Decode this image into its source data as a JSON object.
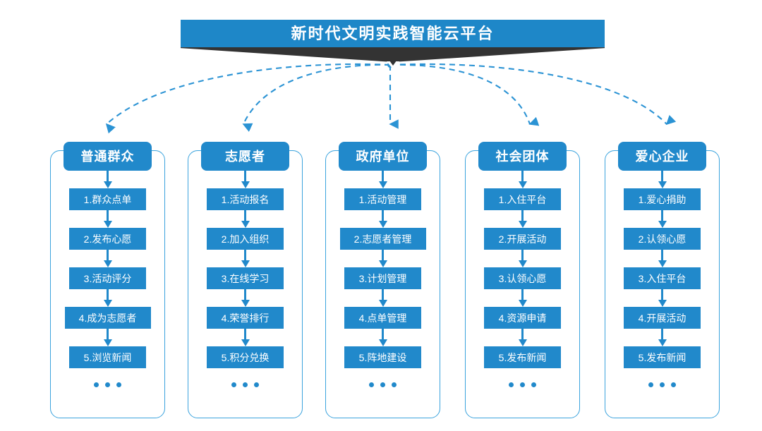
{
  "header": {
    "title": "新时代文明实践智能云平台",
    "title_bg": "#1e87c8",
    "ribbon_color": "#333333",
    "chevron_icon": "chevron-down-icon"
  },
  "theme": {
    "accent": "#2189cb",
    "panel_border": "#3ba3dd",
    "connector": "#2b93d4",
    "background": "#ffffff"
  },
  "columns": [
    {
      "header": "普通群众",
      "items": [
        "1.群众点单",
        "2.发布心愿",
        "3.活动评分",
        "4.成为志愿者",
        "5.浏览新闻"
      ],
      "more": "..."
    },
    {
      "header": "志愿者",
      "items": [
        "1.活动报名",
        "2.加入组织",
        "3.在线学习",
        "4.荣誉排行",
        "5.积分兑换"
      ],
      "more": "..."
    },
    {
      "header": "政府单位",
      "items": [
        "1.活动管理",
        "2.志愿者管理",
        "3.计划管理",
        "4.点单管理",
        "5.阵地建设"
      ],
      "more": "..."
    },
    {
      "header": "社会团体",
      "items": [
        "1.入住平台",
        "2.开展活动",
        "3.认领心愿",
        "4.资源申请",
        "5.发布新闻"
      ],
      "more": "..."
    },
    {
      "header": "爱心企业",
      "items": [
        "1.爱心捐助",
        "2.认领心愿",
        "3.入住平台",
        "4.开展活动",
        "5.发布新闻"
      ],
      "more": "..."
    }
  ]
}
